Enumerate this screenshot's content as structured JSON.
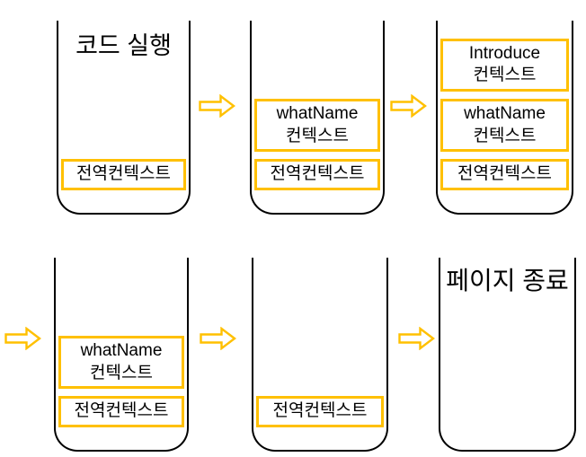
{
  "colors": {
    "accent": "#FFC000",
    "line": "#000000",
    "background": "#FFFFFF"
  },
  "stages": [
    {
      "title": "코드 실행",
      "stack": [
        {
          "lines": [
            "전역컨텍스트"
          ]
        }
      ]
    },
    {
      "title": "",
      "stack": [
        {
          "lines": [
            "whatName",
            "컨텍스트"
          ]
        },
        {
          "lines": [
            "전역컨텍스트"
          ]
        }
      ]
    },
    {
      "title": "",
      "stack": [
        {
          "lines": [
            "Introduce",
            "컨텍스트"
          ]
        },
        {
          "lines": [
            "whatName",
            "컨텍스트"
          ]
        },
        {
          "lines": [
            "전역컨텍스트"
          ]
        }
      ]
    },
    {
      "title": "",
      "stack": [
        {
          "lines": [
            "whatName",
            "컨텍스트"
          ]
        },
        {
          "lines": [
            "전역컨텍스트"
          ]
        }
      ]
    },
    {
      "title": "",
      "stack": [
        {
          "lines": [
            "전역컨텍스트"
          ]
        }
      ]
    },
    {
      "title": "페이지 종료",
      "stack": []
    }
  ]
}
